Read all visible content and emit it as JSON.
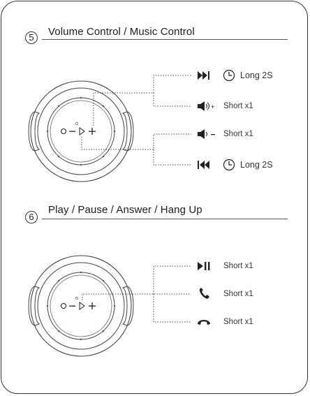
{
  "sections": [
    {
      "number": "5",
      "title": "Volume Control / Music Control",
      "actions": [
        {
          "icon": "next-track-icon",
          "press": "Long 2S"
        },
        {
          "icon": "volume-up-icon",
          "press": "Short x1"
        },
        {
          "icon": "volume-down-icon",
          "press": "Short x1"
        },
        {
          "icon": "previous-track-icon",
          "press": "Long 2S"
        }
      ]
    },
    {
      "number": "6",
      "title": "Play / Pause / Answer / Hang Up",
      "actions": [
        {
          "icon": "play-pause-icon",
          "press": "Short x1"
        },
        {
          "icon": "answer-call-icon",
          "press": "Short x1"
        },
        {
          "icon": "hang-up-icon",
          "press": "Short x1"
        }
      ]
    }
  ],
  "device_buttons": {
    "power": "O",
    "minus": "−",
    "play": "▷",
    "plus": "+"
  }
}
